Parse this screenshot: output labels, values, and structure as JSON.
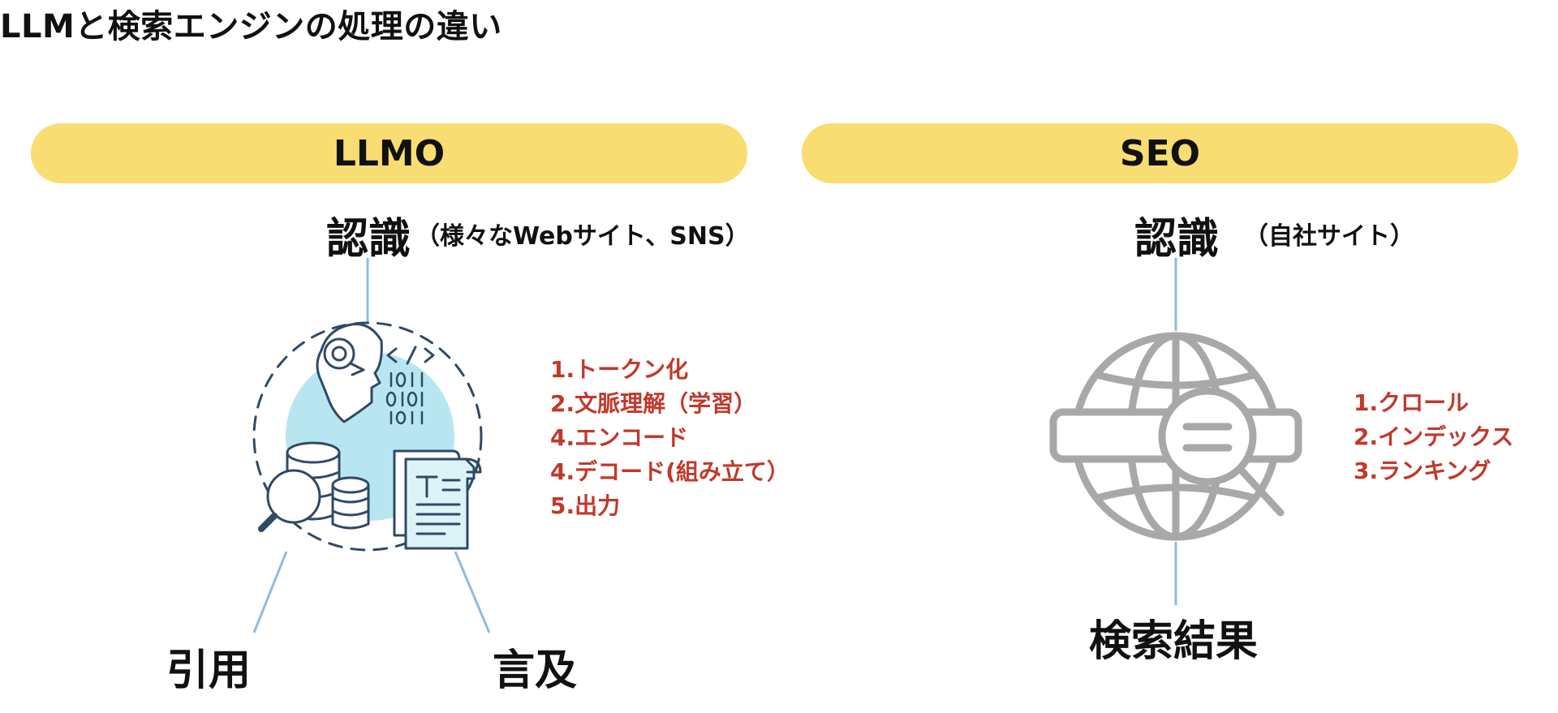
{
  "title": "LLMと検索エンジンの処理の違い",
  "llmo": {
    "header": "LLMO",
    "top_label": "認識",
    "top_note": "（様々なWebサイト、SNS）",
    "steps": [
      "1.トークン化",
      "2.文脈理解（学習）",
      "4.エンコード",
      "4.デコード(組み立て）",
      "5.出力"
    ],
    "bottom_left": "引用",
    "bottom_right": "言及",
    "icon": "ai-data-document-icon"
  },
  "seo": {
    "header": "SEO",
    "top_label": "認識",
    "top_note": "（自社サイト）",
    "steps": [
      "1.クロール",
      "2.インデックス",
      "3.ランキング"
    ],
    "bottom_label": "検索結果",
    "icon": "globe-search-icon"
  },
  "colors": {
    "pill": "#F8DD72",
    "step_text": "#C0392B",
    "connector": "#8FBCE0",
    "icon_stroke": "#2E4A66",
    "icon_fill": "#B8E6F0",
    "globe": "#A8A8A8"
  }
}
